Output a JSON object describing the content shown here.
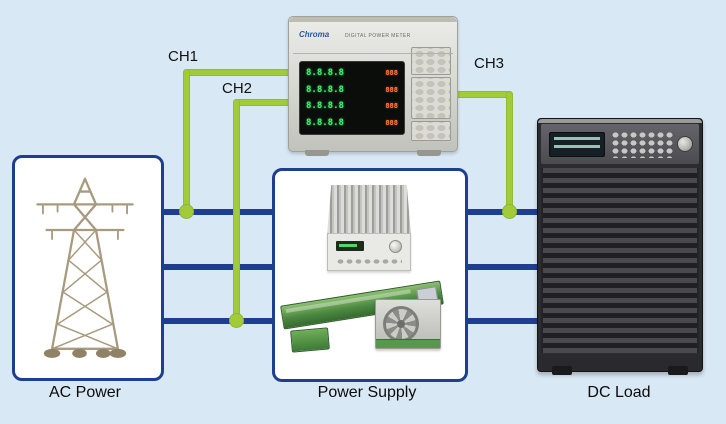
{
  "colors": {
    "bg": "#d9e8f5",
    "line_blue": "#1e3f91",
    "wire_green": "#a2cb3a"
  },
  "nodes": {
    "ac_power": {
      "label": "AC Power"
    },
    "power_supply": {
      "label": "Power Supply"
    },
    "dc_load": {
      "label": "DC Load"
    }
  },
  "channels": [
    {
      "label": "CH1"
    },
    {
      "label": "CH2"
    },
    {
      "label": "CH3"
    }
  ],
  "meter": {
    "brand": "Chroma",
    "title": "DIGITAL POWER METER",
    "display_rows": [
      {
        "main": "8.8.8.8",
        "sub": "888"
      },
      {
        "main": "8.8.8.8",
        "sub": "888"
      },
      {
        "main": "8.8.8.8",
        "sub": "888"
      },
      {
        "main": "8.8.8.8",
        "sub": "888"
      }
    ]
  }
}
